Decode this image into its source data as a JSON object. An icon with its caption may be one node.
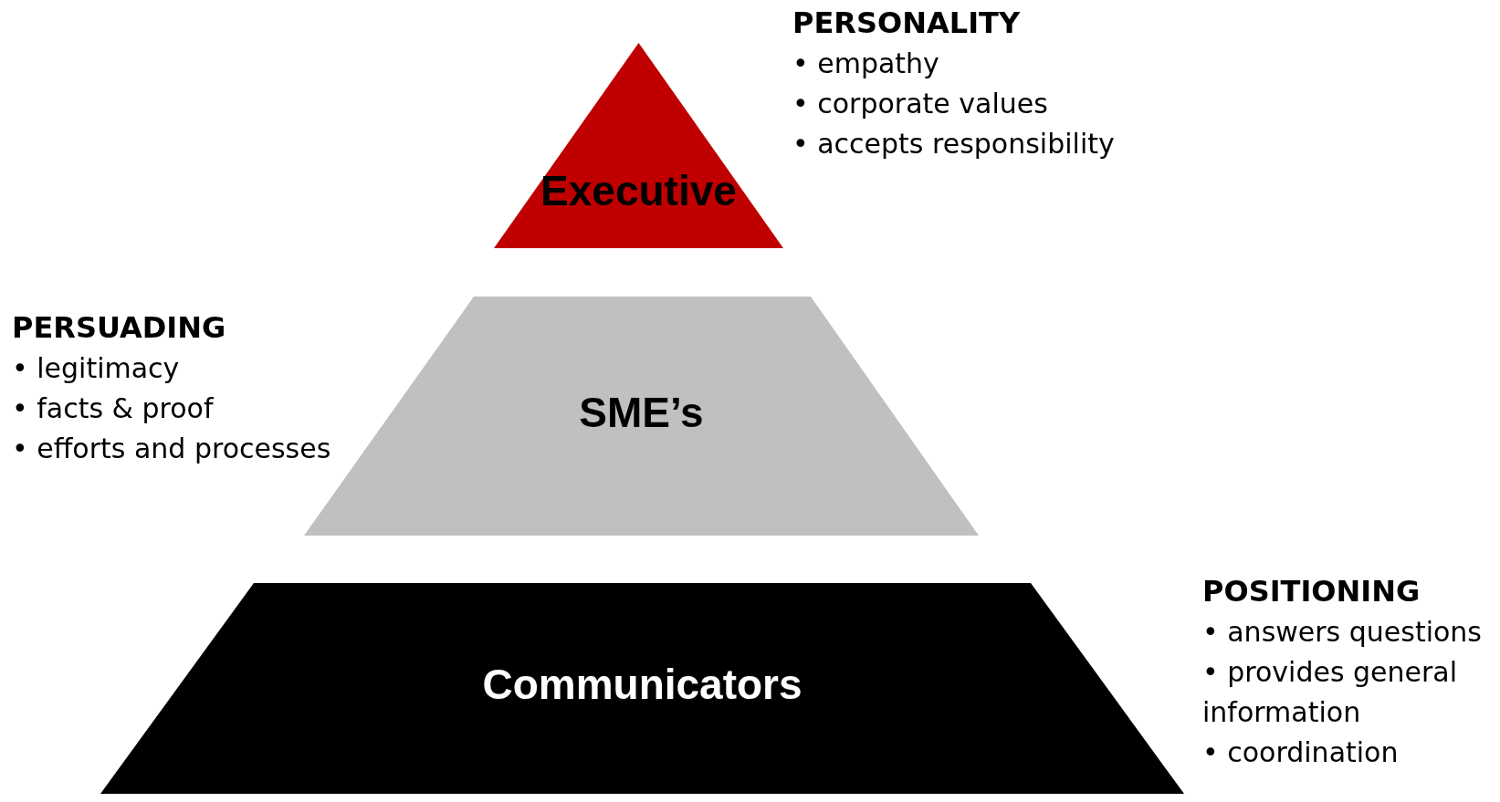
{
  "diagram": {
    "nodes": [
      {
        "text": [
          "Executive"
        ]
      },
      {
        "text": [
          "SME’s"
        ]
      },
      {
        "text": [
          "Communicators"
        ]
      }
    ],
    "labels": [
      "PERSONALITY",
      "• empathy",
      "• corporate values",
      "• accepts responsibility",
      "PERSUADING",
      "• legitimacy",
      "• facts & proof",
      "• efforts and processes",
      "POSITIONING",
      "• answers questions",
      "• provides general information",
      "• coordination"
    ]
  }
}
